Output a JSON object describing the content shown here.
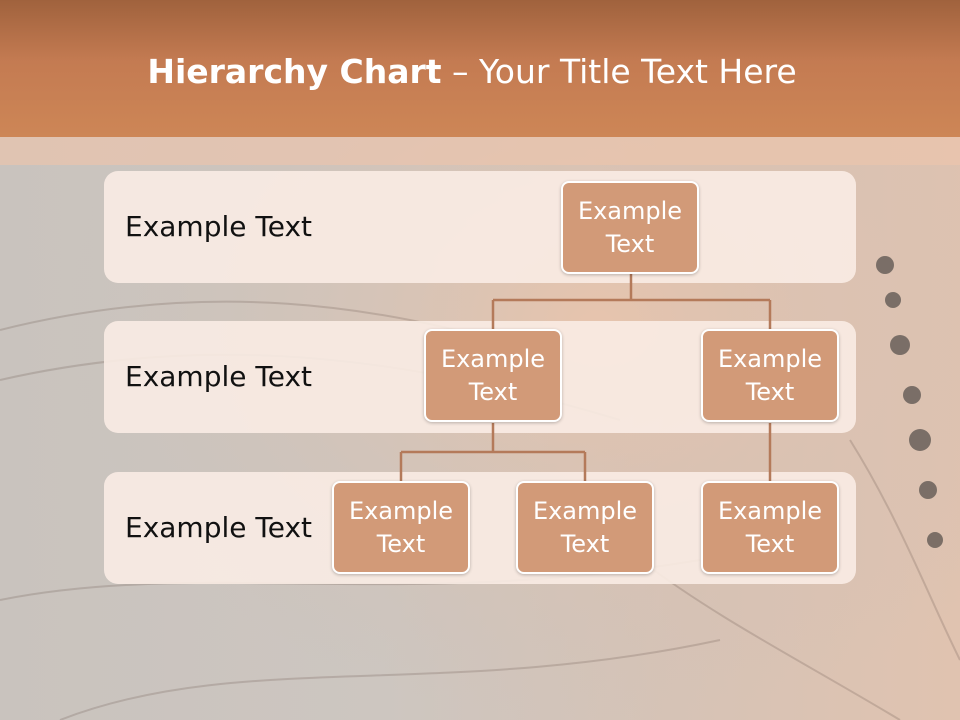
{
  "title": {
    "bold": "Hierarchy Chart",
    "rest": " – Your Title Text Here"
  },
  "levels": [
    {
      "label": "Example Text"
    },
    {
      "label": "Example Text"
    },
    {
      "label": "Example Text"
    }
  ],
  "nodes": [
    {
      "id": "root",
      "text": "Example Text"
    },
    {
      "id": "l2-left",
      "text": "Example Text"
    },
    {
      "id": "l2-right",
      "text": "Example Text"
    },
    {
      "id": "l3-a",
      "text": "Example Text"
    },
    {
      "id": "l3-b",
      "text": "Example Text"
    },
    {
      "id": "l3-c",
      "text": "Example Text"
    }
  ],
  "colors": {
    "header": "#c47b52",
    "node_fill": "#d29a78",
    "connector": "#b47a5a",
    "band": "#faece4"
  }
}
